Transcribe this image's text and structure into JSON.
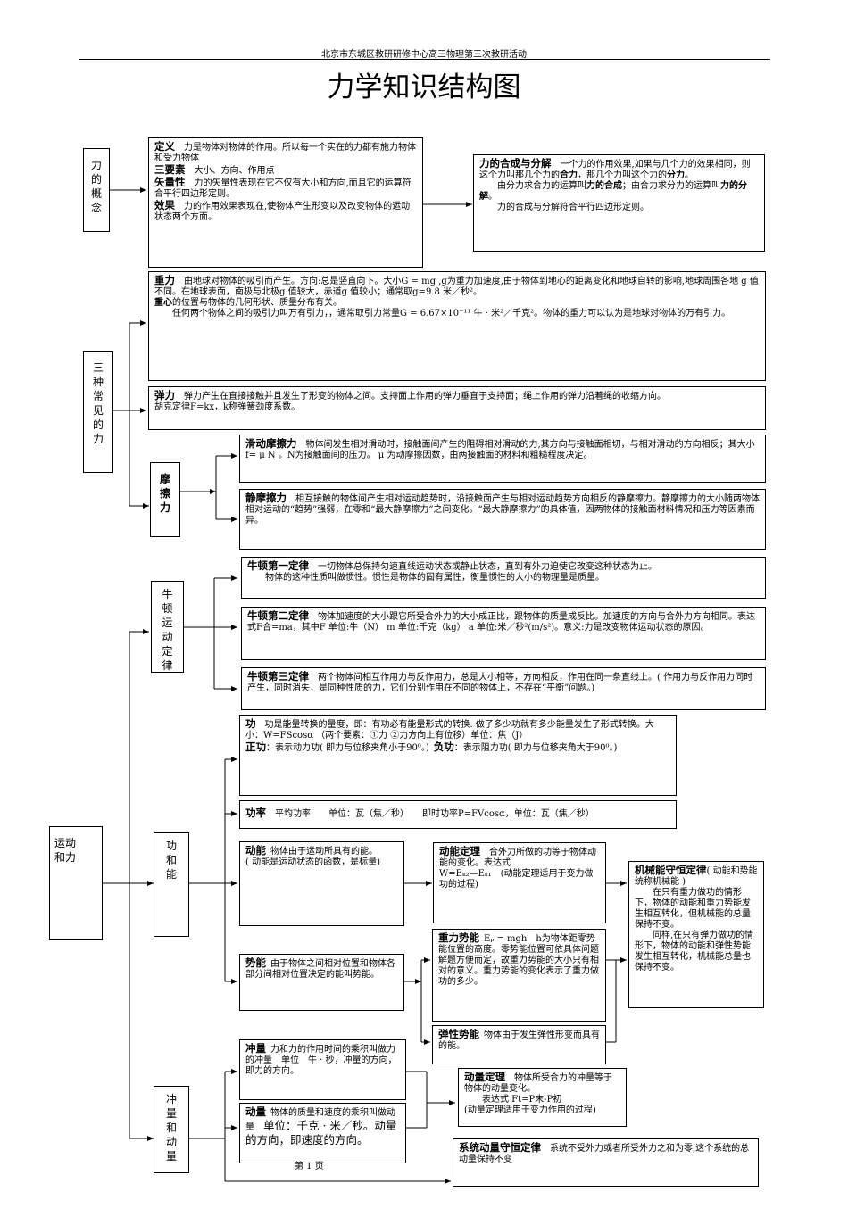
{
  "header": "北京市东城区教研研修中心高三物理第三次教研活动",
  "title": "力学知识结构图",
  "footer": "第 1 页",
  "concept": {
    "label": [
      "力",
      "的",
      "概",
      "念"
    ],
    "def_title": "定义",
    "def_text": "力是物体对物体的作用。所以每一个实在的力都有施力物体和受力物体",
    "elem_title": "三要素",
    "elem_text": "大小、方向、作用点",
    "vec_title": "矢量性",
    "vec_text": "力的矢量性表现在它不仅有大小和方向,而且它的运算符合平行四边形定则。",
    "eff_title": "效果",
    "eff_text": "力的作用效果表现在,使物体产生形变以及改变物体的运动状态两个方面。"
  },
  "compose": {
    "title": "力的合成与分解",
    "t1": "一个力的作用效果,如果与几个力的效果相同，则这个力叫那几个力的",
    "t1b": "合力",
    "t2": "，那几个力叫这个力的",
    "t2b": "分力",
    "t3": "。",
    "t4": "由分力求合力的运算叫",
    "t4b": "力的合成",
    "t5": "；由合力求分力的运算叫",
    "t5b": "力的分解",
    "t6": "。",
    "t7": "力的合成与分解符合平行四边形定则。"
  },
  "three": {
    "label": [
      "三",
      "种",
      "常",
      "见",
      "的",
      "力"
    ],
    "gravity_title": "重力",
    "gravity_text": "由地球对物体的吸引而产生。方向:总是竖直向下。大小G = mg ,g为重力加速度,由于物体到地心的距离变化和地球自转的影响,地球周围各地 g 值不同。在地球表面，南极与北极g 值较大，赤道g 值较小；通常取g=9.8 米／秒²。",
    "center_title": "重心",
    "center_text": "的位置与物体的几何形状、质量分布有关。",
    "universal_text": "任何两个物体之间的吸引力叫万有引力，，通常取引力常量G = 6.67×10⁻¹¹ 牛 · 米²／千克²。物体的重力可以认为是地球对物体的万有引力。",
    "elastic_title": "弹力",
    "elastic_text": "弹力产生在直接接触并且发生了形变的物体之间。支持面上作用的弹力垂直于支持面；绳上作用的弹力沿着绳的收缩方向。",
    "hooke_text": "胡克定律F=kx，k称弹簧劲度系数。",
    "friction_label": [
      "摩",
      "擦",
      "力"
    ],
    "sliding_title": "滑动摩擦力",
    "sliding_text": "物体间发生相对滑动时，接触面间产生的阻碍相对滑动的力,其方向与接触面相切，与相对滑动的方向相反；其大小f= μ N 。N为接触面间的压力。 μ 为动摩擦因数，由两接触面的材料和粗糙程度决定。",
    "static_title": "静摩擦力",
    "static_text": "相互接触的物体间产生相对运动趋势时，沿接触面产生与相对运动趋势方向相反的静摩擦力。静摩擦力的大小随两物体相对运动的“趋势”强弱，在零和“最大静摩擦力”之间变化。“最大静摩擦力”的具体值，因两物体的接触面材料情况和压力等因素而异。"
  },
  "motion": {
    "label": [
      "运",
      "动",
      "和",
      "力"
    ],
    "newton_label": [
      "牛",
      "顿",
      "运",
      "动",
      "定",
      "律"
    ],
    "n1_title": "牛顿第一定律",
    "n1_text": "一切物体总保持匀速直线运动状态或静止状态，直到有外力迫使它改变这种状态为止。",
    "n1_text2": "物体的这种性质叫做惯性。惯性是物体的固有属性，衡量惯性的大小的物理量是质量。",
    "n2_title": "牛顿第二定律",
    "n2_text": "物体加速度的大小跟它所受合外力的大小成正比，跟物体的质量成反比。加速度的方向与合外力方向相同。表达式F合=ma，其中F 单位:牛（N） m 单位:千克（kg） a 单位:米／秒²(m/s²)。意义:力是改变物体运动状态的原因。",
    "n3_title": "牛顿第三定律",
    "n3_text": "两个物体间相互作用力与反作用力，总是大小相等，方向相反，作用在同一条直线上。( 作用力与反作用力同时产生，同时消失，是同种性质的力，它们分别作用在不同的物体上，不存在“平衡”问题。)",
    "work_energy_label": [
      "功",
      "和",
      "能"
    ],
    "work_title": "功",
    "work_text": "功是能量转换的量度，即：有功必有能量形式的转换. 做了多少功就有多少能量发生了形式转换。大小：W=FScosα （两个要素：①力 ②力方向上有位移）单位：焦（J）",
    "positive_title": "正功",
    "positive_text": "：表示动力功( 即力与位移夹角小于90⁰。)",
    "negative_title": "负功",
    "negative_text": "：表示阻力功( 即力与位移夹角大于90⁰。)",
    "power_title": "功率",
    "power_text": "平均功率　　单位：瓦（焦／秒）　　即时功率P=FVcosα，单位：瓦（焦／秒）",
    "kinetic_title": "动能",
    "kinetic_text": "物体由于运动所具有的能。",
    "kinetic_text2": "( 动能是运动状态的函数，是标量)",
    "ke_theorem_title": "动能定理",
    "ke_theorem_text": "合外力所做的功等于物体动能的变化。表达式",
    "ke_theorem_text2": "W=Eₖ₂—Eₖ₁　(动能定理适用于变力做功的过程)",
    "mech_title": "机械能守恒定律",
    "mech_text": "( 动能和势能统称机械能 )",
    "mech_text2": "在只有重力做功的情形下，物体的动能和重力势能发生相互转化，但机械能的总量保持不变。",
    "mech_text3": "同样,在只有弹力做功的情形下，物体的动能和弹性势能发生相互转化，机械能总量也保持不变。",
    "potential_title": "势能",
    "potential_text": "由于物体之间相对位置和物体各部分间相对位置决定的能叫势能。",
    "gpe_title": "重力势能",
    "gpe_text": "Eₚ = mgh　h为物体距零势能位置的高度。零势能位置可依具体问题解题方便而定，故重力势能的大小只有相对的意义。重力势能的变化表示了重力做功的多少。",
    "epe_title": "弹性势能",
    "epe_text": "物体由于发生弹性形变而具有的能。",
    "momentum_label": [
      "冲",
      "量",
      "和",
      "动",
      "量"
    ],
    "impulse_title": "冲量",
    "impulse_text": "力和力的作用时间的乘积叫做力的冲量　单位　牛 · 秒，冲量的方向，即力的方向。",
    "mom_title": "动量",
    "mom_text": "物体的质量和速度的乘积叫做动量　",
    "mom_text2": "单位：千克 · 米／秒。动量的方向，即速度的方向。",
    "mom_theorem_title": "动量定理",
    "mom_theorem_text": "物体所受合力的冲量等于物体的动量变化。",
    "mom_theorem_text2": "表达式 Ft=P末-P初",
    "mom_theorem_text3": "(动量定理适用于变力作用的过程)",
    "cons_title": "系统动量守恒定律",
    "cons_text": "系统不受外力或者所受外力之和为零,这个系统的总动量保持不变"
  }
}
